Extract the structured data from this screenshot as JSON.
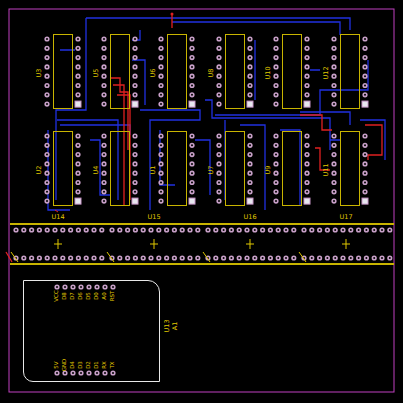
{
  "diagram": {
    "nodes": [
      {
        "text": [
          "U3"
        ]
      },
      {
        "text": [
          "U5"
        ]
      },
      {
        "text": [
          "U6"
        ]
      },
      {
        "text": [
          "U8"
        ]
      },
      {
        "text": [
          "U10"
        ]
      },
      {
        "text": [
          "U12"
        ]
      },
      {
        "text": [
          "U2"
        ]
      },
      {
        "text": [
          "U4"
        ]
      },
      {
        "text": [
          "U1"
        ]
      },
      {
        "text": [
          "U7"
        ]
      },
      {
        "text": [
          "U9"
        ]
      },
      {
        "text": [
          "U11"
        ]
      },
      {
        "text": [
          "U14"
        ]
      },
      {
        "text": [
          "U15"
        ]
      },
      {
        "text": [
          "U16"
        ]
      },
      {
        "text": [
          "U17"
        ]
      },
      {
        "text": [
          "U13",
          "A1"
        ]
      }
    ],
    "labels": [
      "VCC",
      "D8",
      "D7",
      "D6",
      "D5",
      "D0",
      "A0",
      "RST",
      "5V",
      "GND",
      "D4",
      "D3",
      "D2",
      "D1",
      "RX",
      "TX"
    ]
  }
}
